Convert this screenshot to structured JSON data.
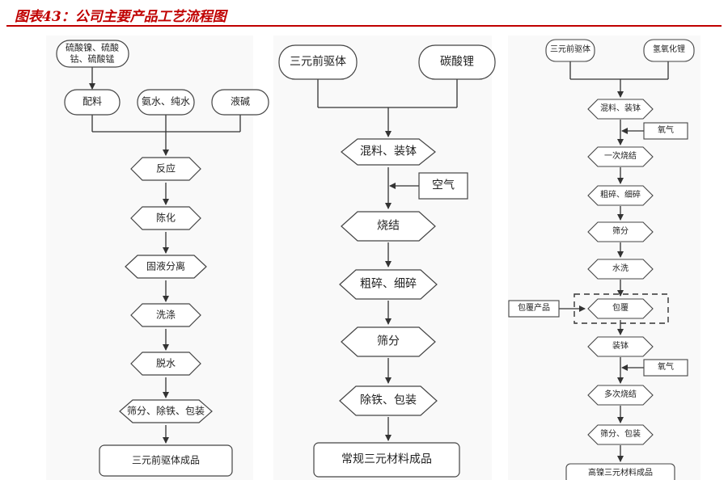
{
  "figure": {
    "title": "图表43：公司主要产品工艺流程图"
  },
  "flow1": {
    "inputs": [
      "硫酸镍、硫酸钴、硫酸锰",
      "配料",
      "氨水、纯水",
      "液碱"
    ],
    "steps": [
      "反应",
      "陈化",
      "固液分离",
      "洗涤",
      "脱水",
      "筛分、除铁、包装"
    ],
    "product": "三元前驱体成品"
  },
  "flow2": {
    "inputs": [
      "三元前驱体",
      "碳酸锂"
    ],
    "side_input": "空气",
    "steps": [
      "混料、装钵",
      "烧结",
      "粗碎、细碎",
      "筛分",
      "除铁、包装"
    ],
    "product": "常规三元材料成品"
  },
  "flow3": {
    "inputs": [
      "三元前驱体",
      "氢氧化锂"
    ],
    "side_inputs": [
      "氧气",
      "包覆产品",
      "氧气"
    ],
    "steps": [
      "混料、装钵",
      "一次烧结",
      "粗碎、细碎",
      "筛分",
      "水洗",
      "包覆",
      "装钵",
      "多次烧结",
      "筛分、包装"
    ],
    "product": "高镍三元材料成品"
  }
}
